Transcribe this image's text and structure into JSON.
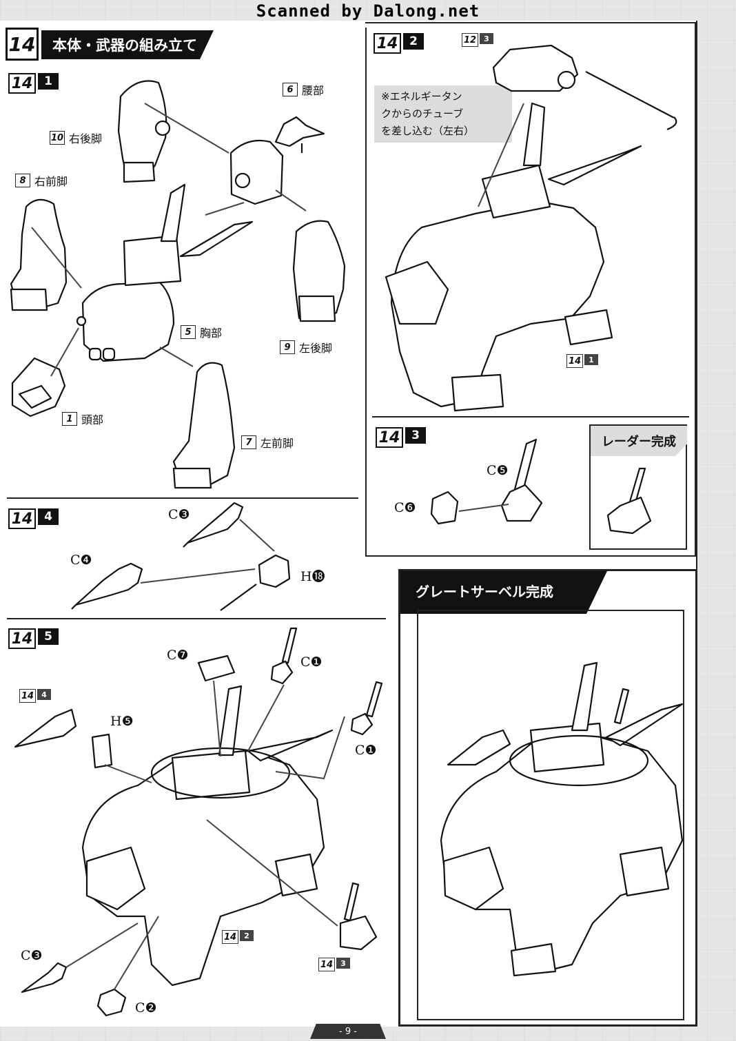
{
  "scan_credit": "Scanned by Dalong.net",
  "main_header": {
    "step": "14",
    "title": "本体・武器の組み立て"
  },
  "steps": {
    "s1": {
      "a": "14",
      "b": "1"
    },
    "s2": {
      "a": "14",
      "b": "2"
    },
    "s3": {
      "a": "14",
      "b": "3"
    },
    "s4": {
      "a": "14",
      "b": "4"
    },
    "s5": {
      "a": "14",
      "b": "5"
    }
  },
  "refs": {
    "r12_3": {
      "a": "12",
      "b": "3"
    },
    "r14_1": {
      "a": "14",
      "b": "1"
    },
    "r14_4": {
      "a": "14",
      "b": "4"
    },
    "r14_2": {
      "a": "14",
      "b": "2"
    },
    "r14_3": {
      "a": "14",
      "b": "3"
    }
  },
  "parts": [
    {
      "num": "6",
      "label": "腰部"
    },
    {
      "num": "10",
      "label": "右後脚"
    },
    {
      "num": "8",
      "label": "右前脚"
    },
    {
      "num": "5",
      "label": "胸部"
    },
    {
      "num": "9",
      "label": "左後脚"
    },
    {
      "num": "1",
      "label": "頭部"
    },
    {
      "num": "7",
      "label": "左前脚"
    }
  ],
  "note_text": [
    "※エネルギータン",
    "クからのチューブ",
    "を差し込む（左右）"
  ],
  "callouts": {
    "c5": "C❺",
    "c6": "C❻",
    "c3a": "C❸",
    "c4": "C❹",
    "h18": "H⓲",
    "c7": "C❼",
    "c1a": "C❶",
    "h5": "H❺",
    "c1b": "C❶",
    "c3b": "C❸",
    "c2": "C❷"
  },
  "radar_complete": "レーダー完成",
  "complete_title": "グレートサーベル完成",
  "page_number": "- 9 -"
}
